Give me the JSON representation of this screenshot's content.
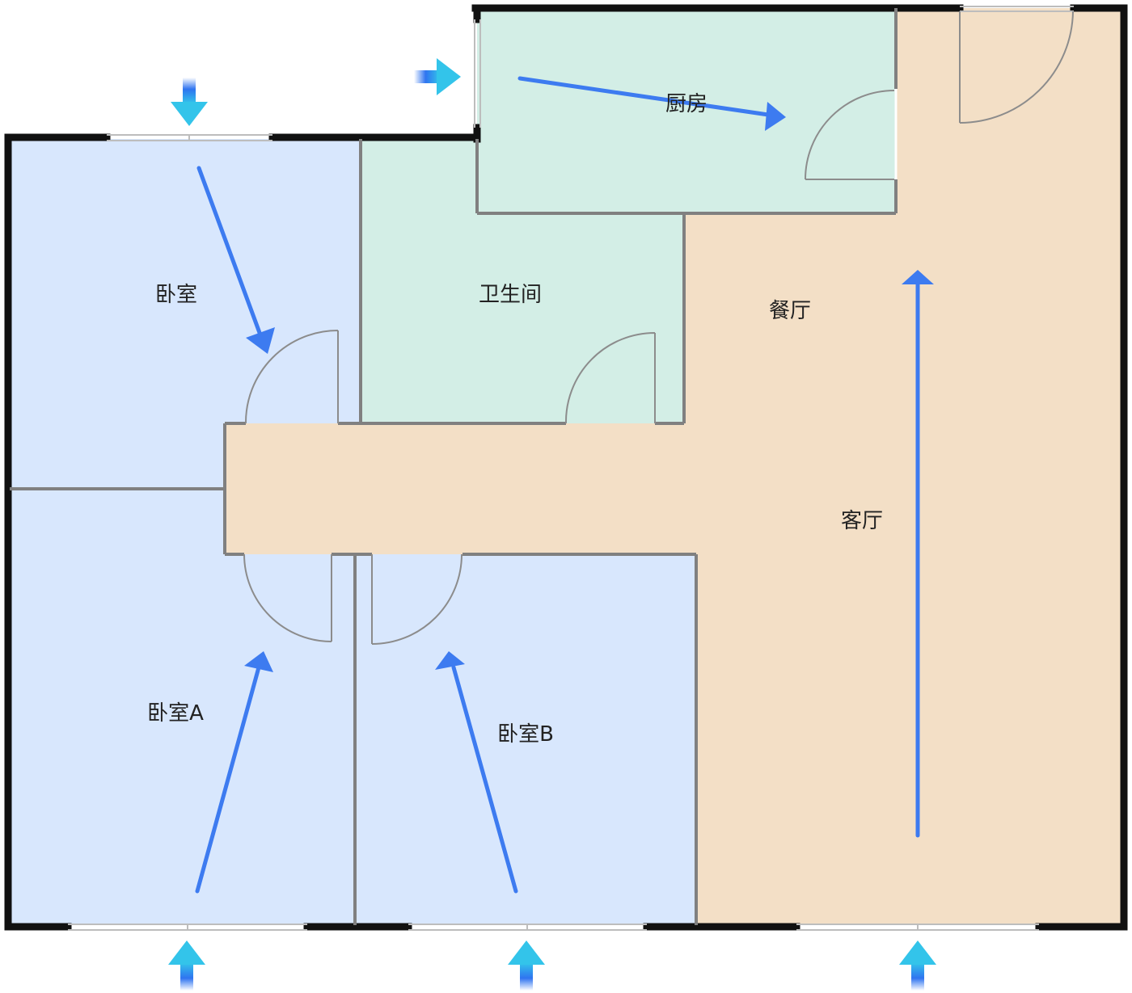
{
  "rooms": {
    "bedroom": {
      "label": "卧室"
    },
    "bathroom": {
      "label": "卫生间"
    },
    "kitchen": {
      "label": "厨房"
    },
    "dining": {
      "label": "餐厅"
    },
    "living": {
      "label": "客厅"
    },
    "bedroom_a": {
      "label": "卧室A"
    },
    "bedroom_b": {
      "label": "卧室B"
    }
  },
  "colors": {
    "bedroom_fill": "#d8e7fd",
    "wet_fill": "#d3eee6",
    "public_fill": "#f3dfc6",
    "wall_outer": "#111111",
    "wall_inner": "#808080",
    "airflow_arrow": "#3d7bf0",
    "inlet_arrow_top": "#2f74f0",
    "inlet_arrow_bottom": "#33c4ea"
  },
  "icons": {
    "airflow": "arrow-icon",
    "inlet": "wind-inlet-icon",
    "door": "door-swing-icon",
    "window": "window-icon"
  }
}
